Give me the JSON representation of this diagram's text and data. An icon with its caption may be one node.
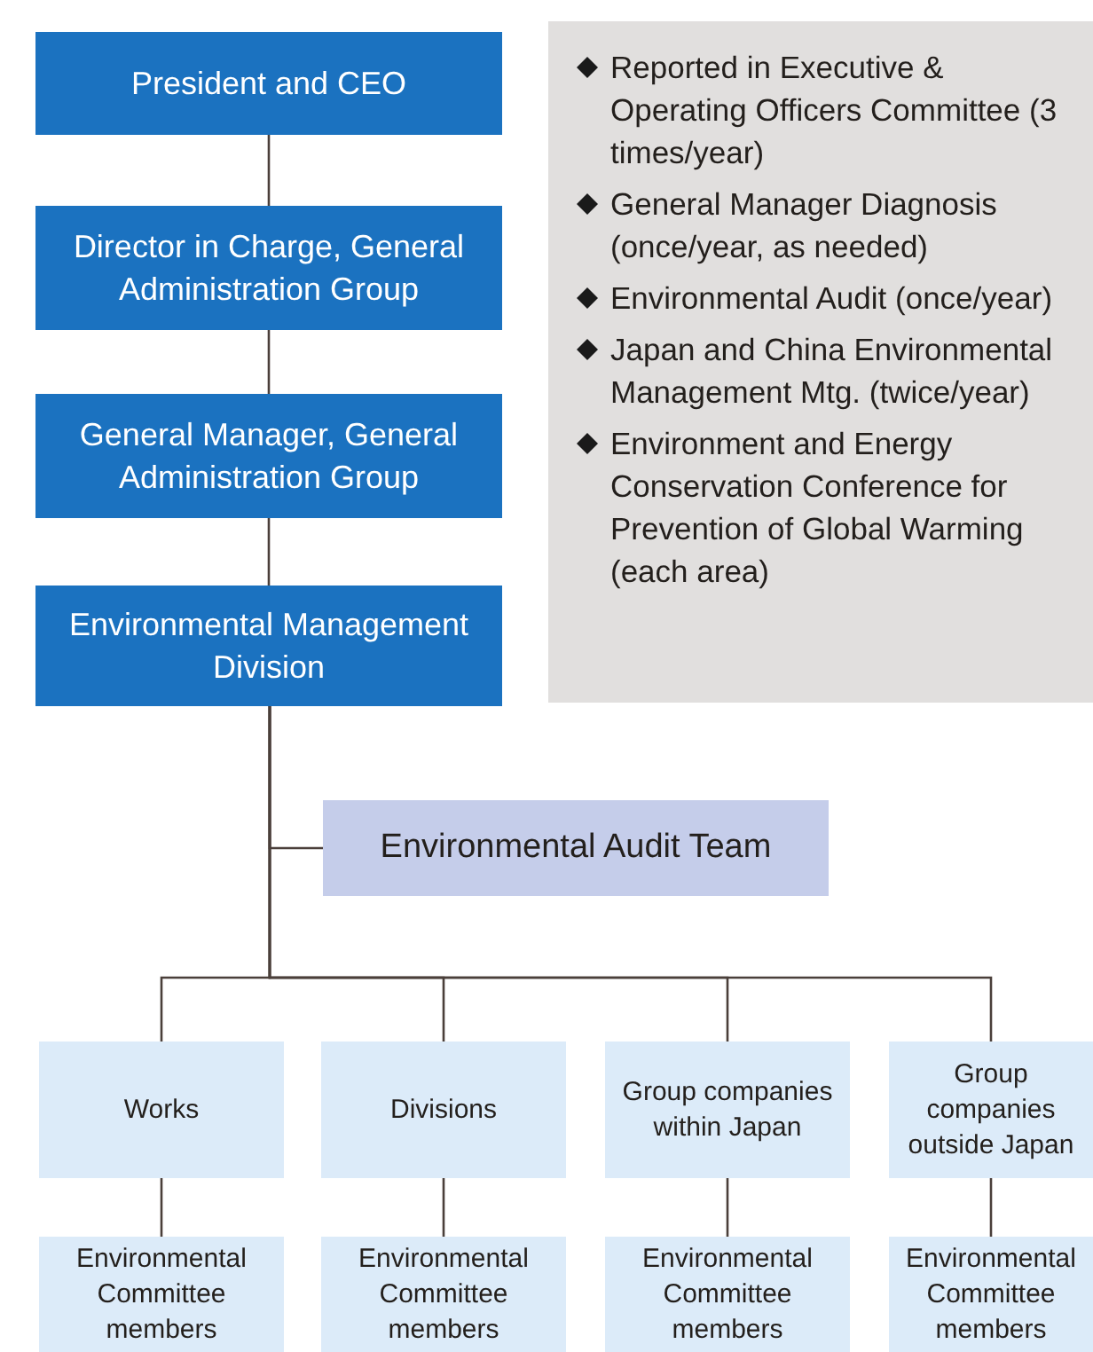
{
  "diagram": {
    "nodes": [
      {
        "text": [
          "President and CEO"
        ]
      },
      {
        "text": [
          "Director in Charge, General Administration Group"
        ]
      },
      {
        "text": [
          "General Manager, General Administration Group"
        ]
      },
      {
        "text": [
          "Environmental Management Division"
        ]
      },
      {
        "text": [
          "Reported in Executive & Operating Officers Committee (3 times/year)",
          "General Manager Diagnosis (once/year, as needed)",
          "Environmental Audit (once/year)",
          "Japan and China Environmental Management Mtg. (twice/year)",
          "Environment and Energy Conservation Conference for Prevention of Global Warming (each area)"
        ]
      },
      {
        "text": [
          "Environmental Audit Team"
        ]
      },
      {
        "text": [
          "Works"
        ]
      },
      {
        "text": [
          "Divisions"
        ]
      },
      {
        "text": [
          "Group companies within Japan"
        ]
      },
      {
        "text": [
          "Group companies outside Japan"
        ]
      },
      {
        "text": [
          "Environmental Committee members"
        ]
      },
      {
        "text": [
          "Environmental Committee members"
        ]
      },
      {
        "text": [
          "Environmental Committee members"
        ]
      },
      {
        "text": [
          "Environmental Committee members"
        ]
      }
    ],
    "edges": [
      {
        "from": 0,
        "to": 1,
        "arrow": "none"
      },
      {
        "from": 1,
        "to": 2,
        "arrow": "none"
      },
      {
        "from": 2,
        "to": 3,
        "arrow": "none"
      },
      {
        "from": 3,
        "to": 5,
        "arrow": "none"
      },
      {
        "from": 3,
        "to": 6,
        "arrow": "none"
      },
      {
        "from": 3,
        "to": 7,
        "arrow": "none"
      },
      {
        "from": 3,
        "to": 8,
        "arrow": "none"
      },
      {
        "from": 3,
        "to": 9,
        "arrow": "none"
      },
      {
        "from": 6,
        "to": 10,
        "arrow": "none"
      },
      {
        "from": 7,
        "to": 11,
        "arrow": "none"
      },
      {
        "from": 8,
        "to": 12,
        "arrow": "none"
      },
      {
        "from": 9,
        "to": 13,
        "arrow": "none"
      }
    ]
  }
}
